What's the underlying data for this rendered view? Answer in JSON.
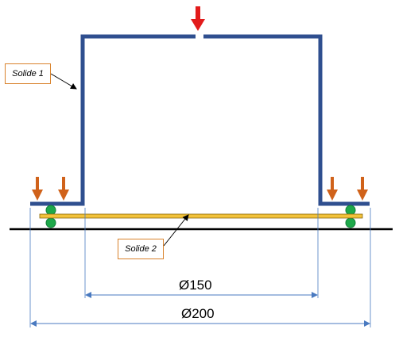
{
  "labels": {
    "solide_1": "Solide 1",
    "solide_2": "Solide 2"
  },
  "dimensions": {
    "inner_diameter": "Ø150",
    "outer_diameter": "Ø200"
  },
  "colors": {
    "solid_1_frame": "#2f4f8f",
    "solid_2_plate": "#f2c23a",
    "rollers": "#1ea84a",
    "central_load_arrow": "#e21b1b",
    "side_load_arrows": "#d0621a",
    "ground_line": "#000000",
    "dimension_lines": "#4a7ac0",
    "callout_border": "#d9822b"
  },
  "icons": {
    "central_load": "arrow-down-icon",
    "side_loads": "arrow-down-icon"
  }
}
